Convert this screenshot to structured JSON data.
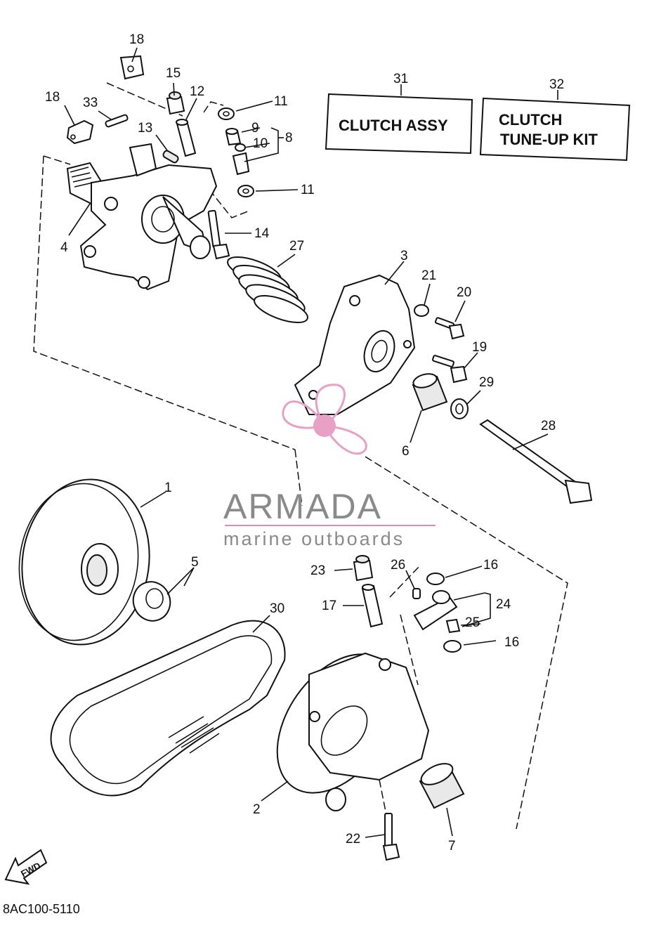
{
  "parts": {
    "p1": "1",
    "p2": "2",
    "p3": "3",
    "p4": "4",
    "p5": "5",
    "p6": "6",
    "p7": "7",
    "p8": "8",
    "p9": "9",
    "p10": "10",
    "p11a": "11",
    "p11b": "11",
    "p12": "12",
    "p13": "13",
    "p14": "14",
    "p15": "15",
    "p16a": "16",
    "p16b": "16",
    "p17": "17",
    "p18a": "18",
    "p18b": "18",
    "p19": "19",
    "p20": "20",
    "p21": "21",
    "p22": "22",
    "p23": "23",
    "p24": "24",
    "p25": "25",
    "p26": "26",
    "p27": "27",
    "p28": "28",
    "p29": "29",
    "p30": "30",
    "p31": "31",
    "p32": "32",
    "p33": "33"
  },
  "kits": {
    "clutch_assy": "CLUTCH ASSY",
    "tune_up_line1": "CLUTCH",
    "tune_up_line2": "TUNE-UP KIT"
  },
  "watermark": {
    "brand": "ARMADA",
    "tagline": "marine outboards",
    "logo_color": "#e8a0c4",
    "accent_line_color": "#d88bb5"
  },
  "forward_arrow": "FWD",
  "diagram_code": "8AC100-5110"
}
